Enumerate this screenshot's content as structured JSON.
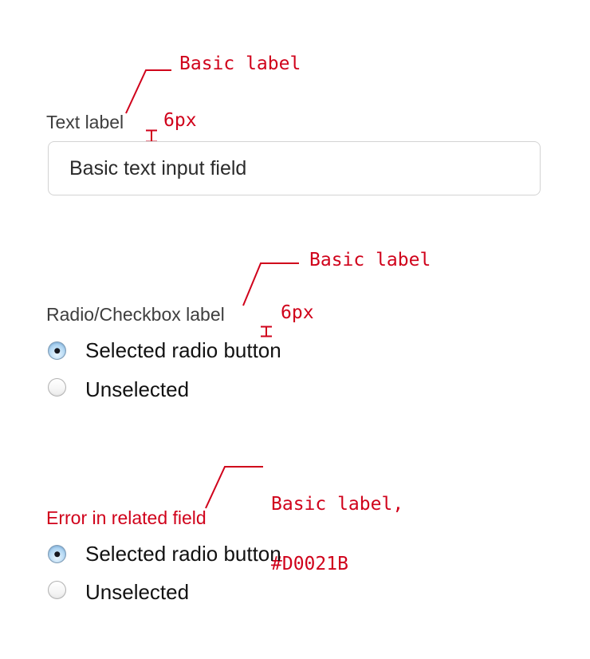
{
  "colors": {
    "annotation_red": "#D0021B",
    "label_gray": "#3E3E3E",
    "option_text": "#121212",
    "input_border": "#D3D3D3",
    "radio_selected_fill": "#A9CFEE",
    "radio_dot": "#17171E"
  },
  "text_input_section": {
    "annotation_label": "Basic label",
    "spacing_note": "6px",
    "field_label": "Text label",
    "input_value": "Basic text input field"
  },
  "radio_section": {
    "annotation_label": "Basic label",
    "spacing_note": "6px",
    "field_label": "Radio/Checkbox label",
    "options": [
      {
        "label": "Selected radio button",
        "selected": true
      },
      {
        "label": "Unselected",
        "selected": false
      }
    ]
  },
  "error_section": {
    "annotation_line1": "Basic label,",
    "annotation_line2": "#D0021B",
    "field_label": "Error in related field",
    "options": [
      {
        "label": "Selected radio button",
        "selected": true
      },
      {
        "label": "Unselected",
        "selected": false
      }
    ]
  }
}
